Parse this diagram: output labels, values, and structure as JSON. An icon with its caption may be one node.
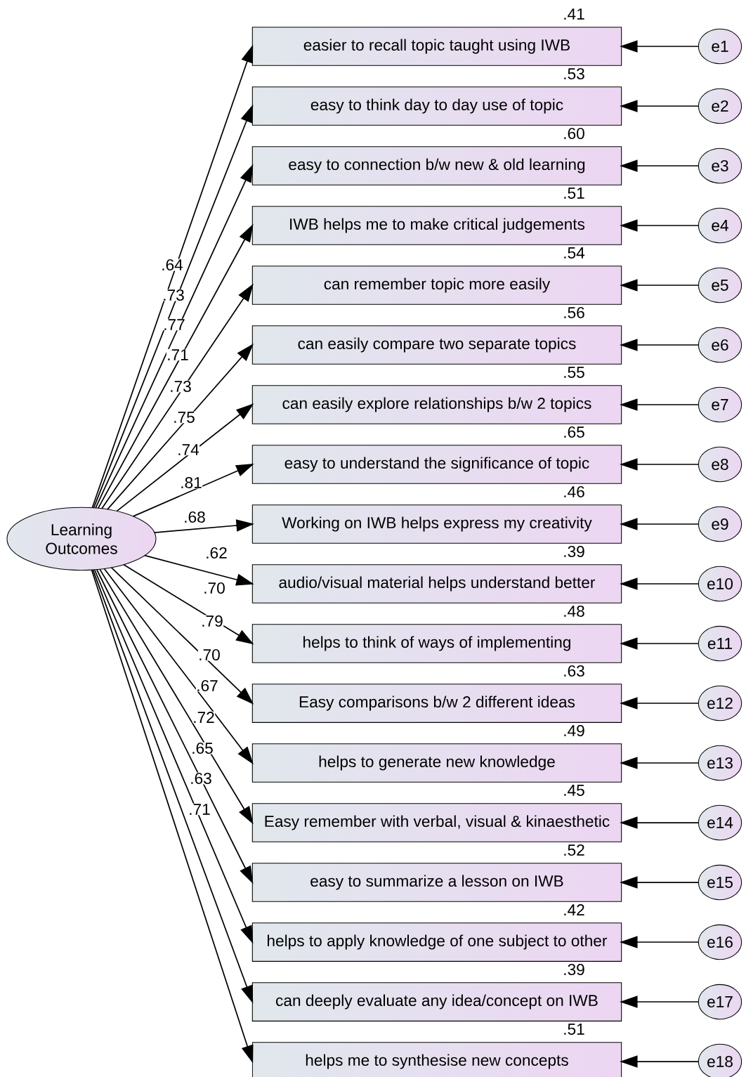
{
  "diagram": {
    "nodes": [
      {
        "text": [
          "Learning Outcomes"
        ]
      },
      {
        "text": [
          "easier to recall topic taught using IWB"
        ],
        "beside": [
          ".41"
        ]
      },
      {
        "text": [
          "easy to think day to day use of topic"
        ],
        "beside": [
          ".53"
        ]
      },
      {
        "text": [
          "easy to connection b/w new & old learning"
        ],
        "beside": [
          ".60"
        ]
      },
      {
        "text": [
          "IWB helps me to make critical judgements"
        ],
        "beside": [
          ".51"
        ]
      },
      {
        "text": [
          "can remember topic more easily"
        ],
        "beside": [
          ".54"
        ]
      },
      {
        "text": [
          "can easily compare two separate topics"
        ],
        "beside": [
          ".56"
        ]
      },
      {
        "text": [
          "can easily explore relationships b/w 2 topics"
        ],
        "beside": [
          ".55"
        ]
      },
      {
        "text": [
          "easy to understand the significance of  topic"
        ],
        "beside": [
          ".65"
        ]
      },
      {
        "text": [
          "Working on IWB helps express my creativity"
        ],
        "beside": [
          ".46"
        ]
      },
      {
        "text": [
          "audio/visual material helps understand better"
        ],
        "beside": [
          ".39"
        ]
      },
      {
        "text": [
          "helps to think of ways of implementing"
        ],
        "beside": [
          ".48"
        ]
      },
      {
        "text": [
          "Easy comparisons b/w 2 different ideas"
        ],
        "beside": [
          ".63"
        ]
      },
      {
        "text": [
          "helps to generate new knowledge"
        ],
        "beside": [
          ".49"
        ]
      },
      {
        "text": [
          "Easy remember with verbal, visual & kinaesthetic"
        ],
        "beside": [
          ".45"
        ]
      },
      {
        "text": [
          "easy to summarize a lesson on IWB"
        ],
        "beside": [
          ".52"
        ]
      },
      {
        "text": [
          "helps to apply knowledge of one subject to other"
        ],
        "beside": [
          ".42"
        ]
      },
      {
        "text": [
          "can deeply evaluate any idea/concept on IWB"
        ],
        "beside": [
          ".39"
        ]
      },
      {
        "text": [
          "helps me to synthesise new concepts"
        ],
        "beside": [
          ".51"
        ]
      },
      {
        "text": [
          "e1"
        ]
      },
      {
        "text": [
          "e2"
        ]
      },
      {
        "text": [
          "e3"
        ]
      },
      {
        "text": [
          "e4"
        ]
      },
      {
        "text": [
          "e5"
        ]
      },
      {
        "text": [
          "e6"
        ]
      },
      {
        "text": [
          "e7"
        ]
      },
      {
        "text": [
          "e8"
        ]
      },
      {
        "text": [
          "e9"
        ]
      },
      {
        "text": [
          "e10"
        ]
      },
      {
        "text": [
          "e11"
        ]
      },
      {
        "text": [
          "e12"
        ]
      },
      {
        "text": [
          "e13"
        ]
      },
      {
        "text": [
          "e14"
        ]
      },
      {
        "text": [
          "e15"
        ]
      },
      {
        "text": [
          "e16"
        ]
      },
      {
        "text": [
          "e17"
        ]
      },
      {
        "text": [
          "e18"
        ]
      }
    ],
    "edges": [
      {
        "from": 0,
        "to": 1,
        "arrow": "to",
        "label": ".64"
      },
      {
        "from": 0,
        "to": 2,
        "arrow": "to",
        "label": ".73"
      },
      {
        "from": 0,
        "to": 3,
        "arrow": "to",
        "label": ".77"
      },
      {
        "from": 0,
        "to": 4,
        "arrow": "to",
        "label": ".71"
      },
      {
        "from": 0,
        "to": 5,
        "arrow": "to",
        "label": ".73"
      },
      {
        "from": 0,
        "to": 6,
        "arrow": "to",
        "label": ".75"
      },
      {
        "from": 0,
        "to": 7,
        "arrow": "to",
        "label": ".74"
      },
      {
        "from": 0,
        "to": 8,
        "arrow": "to",
        "label": ".81"
      },
      {
        "from": 0,
        "to": 9,
        "arrow": "to",
        "label": ".68"
      },
      {
        "from": 0,
        "to": 10,
        "arrow": "to",
        "label": ".62"
      },
      {
        "from": 0,
        "to": 11,
        "arrow": "to",
        "label": ".70"
      },
      {
        "from": 0,
        "to": 12,
        "arrow": "to",
        "label": ".79"
      },
      {
        "from": 0,
        "to": 13,
        "arrow": "to",
        "label": ".70"
      },
      {
        "from": 0,
        "to": 14,
        "arrow": "to",
        "label": ".67"
      },
      {
        "from": 0,
        "to": 15,
        "arrow": "to",
        "label": ".72"
      },
      {
        "from": 0,
        "to": 16,
        "arrow": "to",
        "label": ".65"
      },
      {
        "from": 0,
        "to": 17,
        "arrow": "to",
        "label": ".63"
      },
      {
        "from": 0,
        "to": 18,
        "arrow": "to",
        "label": ".71"
      },
      {
        "from": 19,
        "to": 1,
        "arrow": "to"
      },
      {
        "from": 20,
        "to": 2,
        "arrow": "to"
      },
      {
        "from": 21,
        "to": 3,
        "arrow": "to"
      },
      {
        "from": 22,
        "to": 4,
        "arrow": "to"
      },
      {
        "from": 23,
        "to": 5,
        "arrow": "to"
      },
      {
        "from": 24,
        "to": 6,
        "arrow": "to"
      },
      {
        "from": 25,
        "to": 7,
        "arrow": "to"
      },
      {
        "from": 26,
        "to": 8,
        "arrow": "to"
      },
      {
        "from": 27,
        "to": 9,
        "arrow": "to"
      },
      {
        "from": 28,
        "to": 10,
        "arrow": "to"
      },
      {
        "from": 29,
        "to": 11,
        "arrow": "to"
      },
      {
        "from": 30,
        "to": 12,
        "arrow": "to"
      },
      {
        "from": 31,
        "to": 13,
        "arrow": "to"
      },
      {
        "from": 32,
        "to": 14,
        "arrow": "to"
      },
      {
        "from": 33,
        "to": 15,
        "arrow": "to"
      },
      {
        "from": 34,
        "to": 16,
        "arrow": "to"
      },
      {
        "from": 35,
        "to": 17,
        "arrow": "to"
      },
      {
        "from": 36,
        "to": 18,
        "arrow": "to"
      }
    ]
  }
}
